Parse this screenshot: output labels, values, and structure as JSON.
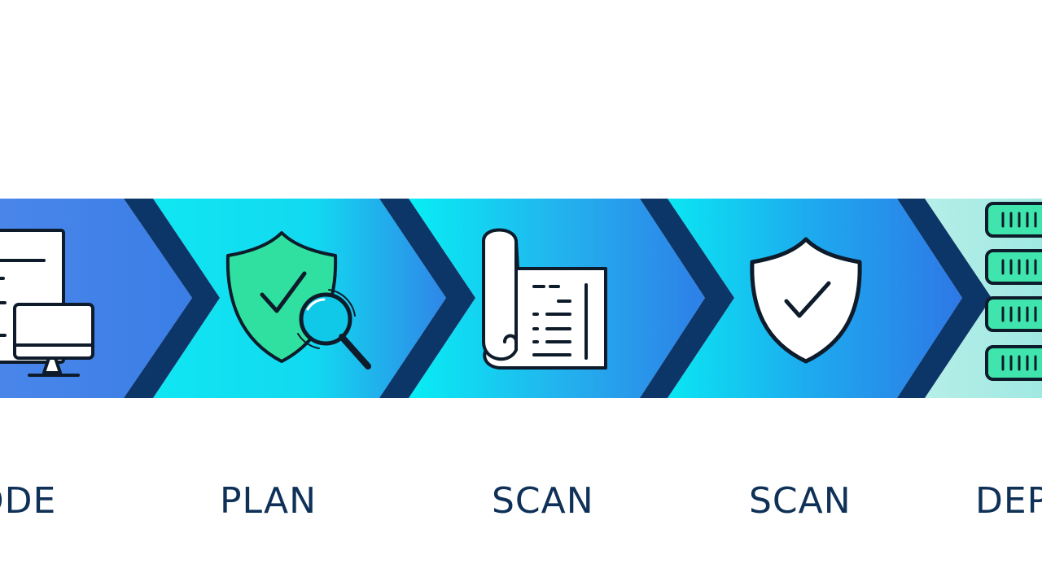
{
  "colors": {
    "label_text": "#0f3158",
    "chevron_dark": "#0c3568",
    "segment_blue": "#3f80e8",
    "segment_cyan": "#0be4f0",
    "segment_mid_blue": "#2f7fe7",
    "segment_mint": "#a8ece6",
    "shield_green": "#2fe0a0",
    "server_green": "#3fe5ac",
    "icon_stroke": "#0d1b2a",
    "icon_fill": "#ffffff"
  },
  "stages": [
    {
      "label": "ODE",
      "icon": "code-devices-icon"
    },
    {
      "label": "PLAN",
      "icon": "shield-magnifier-icon"
    },
    {
      "label": "SCAN",
      "icon": "scroll-document-icon"
    },
    {
      "label": "SCAN",
      "icon": "shield-check-icon"
    },
    {
      "label": "DEP",
      "icon": "server-stack-icon"
    }
  ]
}
